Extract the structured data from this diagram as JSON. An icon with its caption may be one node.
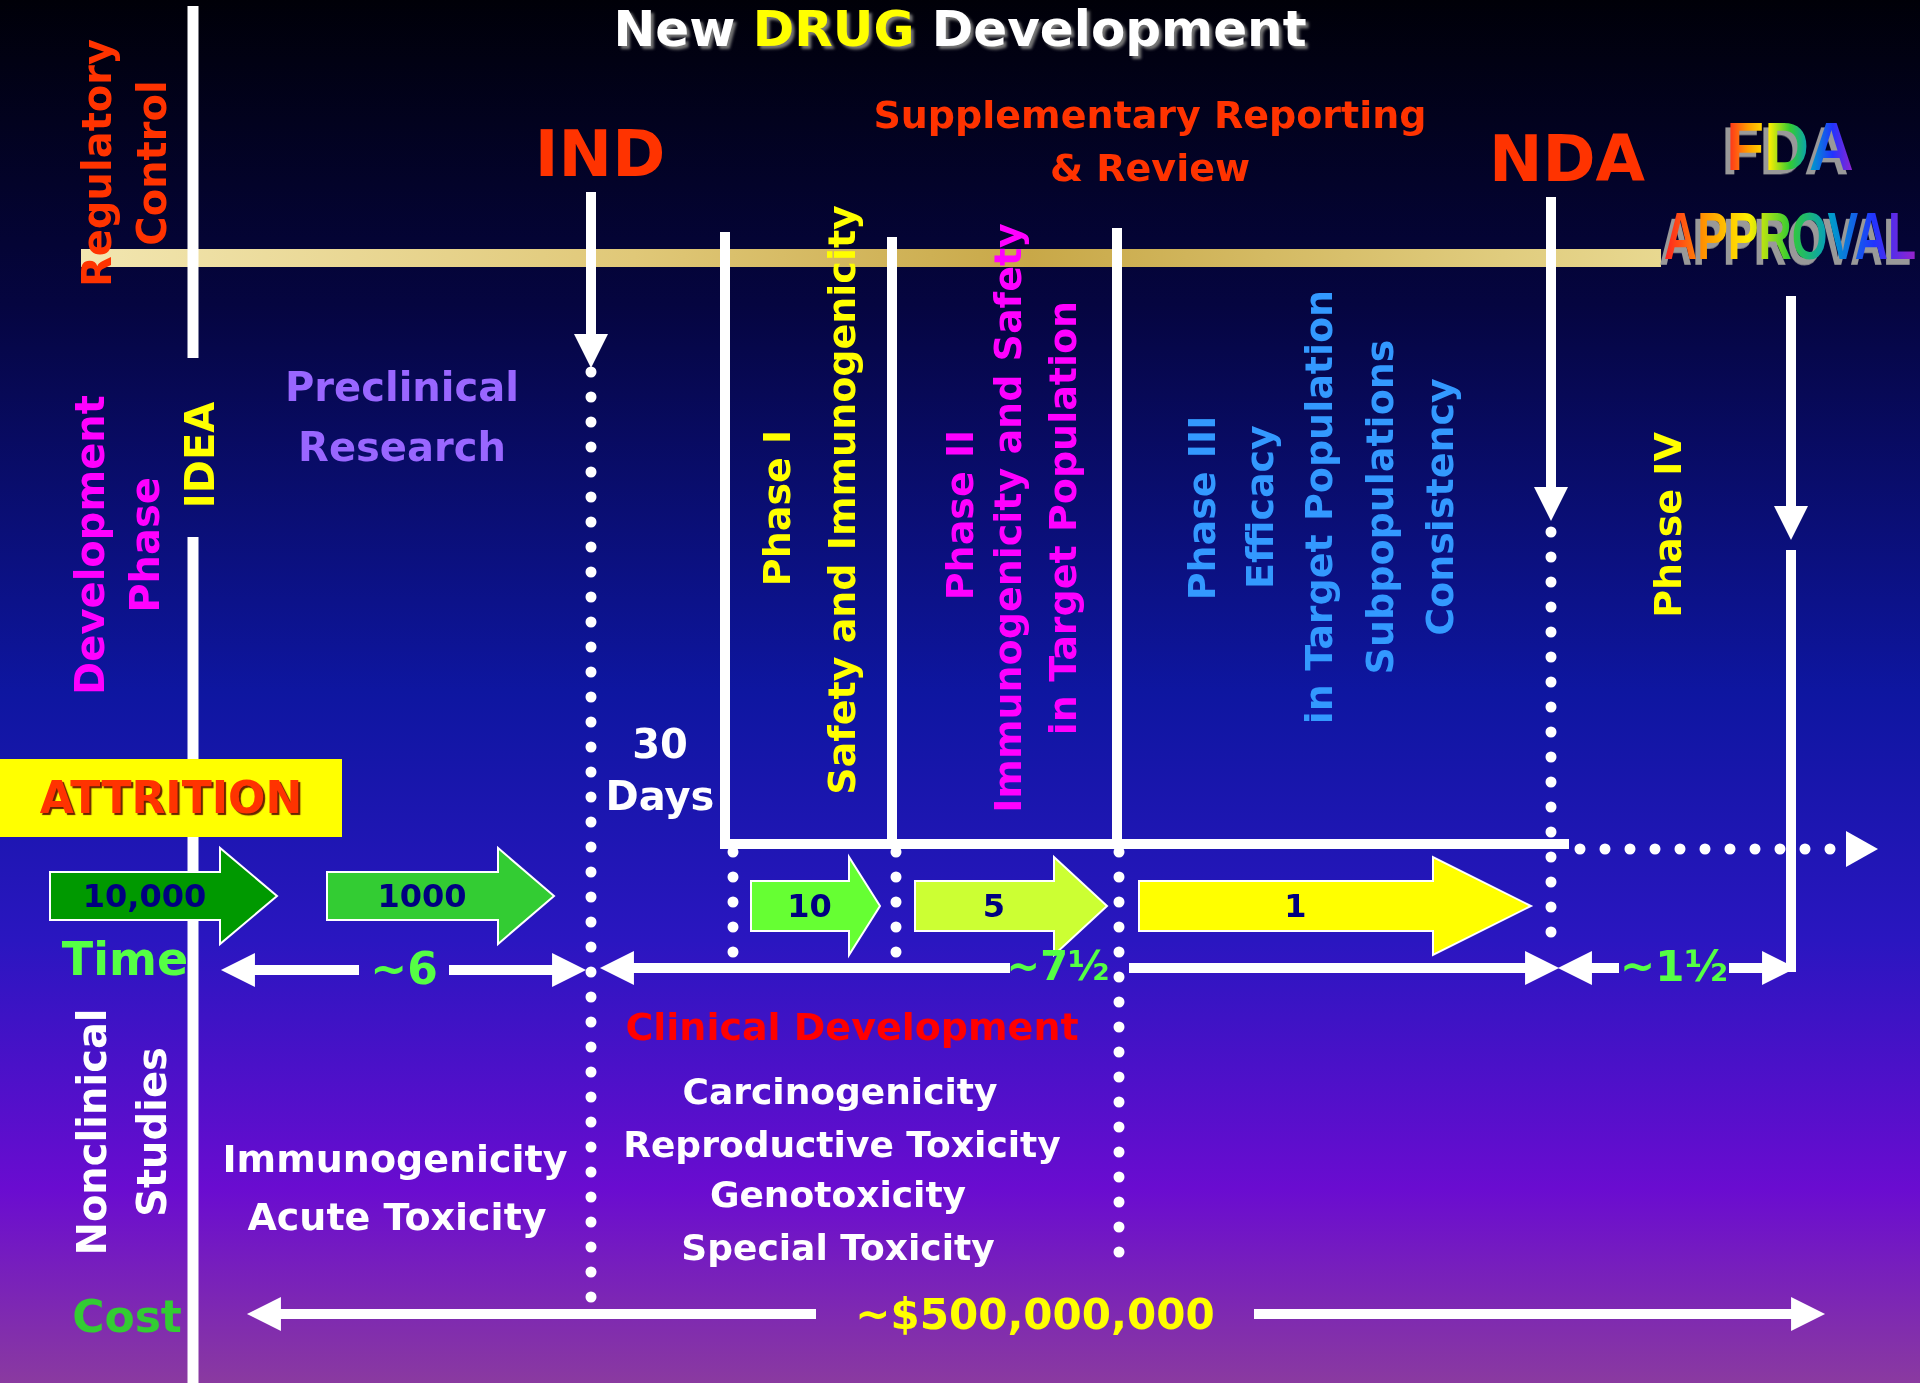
{
  "diagram": {
    "title": "New **DRUG** Development",
    "nodes": [
      {
        "text": [
          "IND"
        ]
      },
      {
        "text": [
          "NDA"
        ]
      },
      {
        "text": [
          "FDA",
          "APPROVAL"
        ]
      },
      {
        "text": [
          "10,000"
        ]
      },
      {
        "text": [
          "1000"
        ]
      },
      {
        "text": [
          "10"
        ]
      },
      {
        "text": [
          "5"
        ]
      },
      {
        "text": [
          "1"
        ]
      }
    ],
    "edges": [
      {
        "from": 0,
        "to": null,
        "arrow": "to"
      },
      {
        "from": 1,
        "to": null,
        "arrow": "to"
      },
      {
        "from": 2,
        "to": null,
        "arrow": "to"
      }
    ],
    "labels": [
      "Regulatory Control",
      "Supplementary Reporting & Review",
      "Development Phase",
      "IDEA",
      "Preclinical Research",
      "Phase I",
      "Safety and Immunogenicity",
      "Phase II",
      "Immunogenicity and Safety in Target Population",
      "Phase III",
      "Efficacy in Target Population",
      "Subpopulations",
      "Consistency",
      "Phase IV",
      "ATTRITION",
      "30 Days",
      "Time",
      "~6",
      "~7½",
      "~1½",
      "Clinical Development",
      "Nonclinical Studies",
      "Immunogenicity",
      "Acute Toxicity",
      "Carcinogenicity",
      "Reproductive Toxicity",
      "Genotoxicity",
      "Special Toxicity",
      "Cost",
      "~$500,000,000"
    ]
  }
}
